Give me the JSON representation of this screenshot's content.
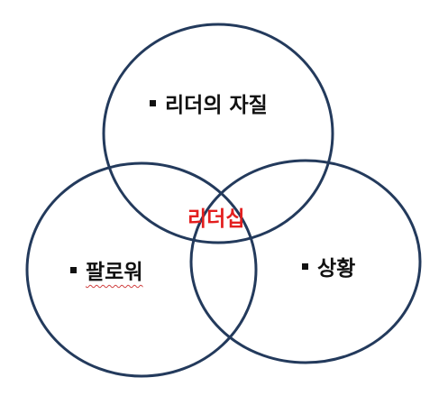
{
  "diagram": {
    "top_label": "리더의 자질",
    "left_label": "팔로워",
    "right_label": "상황",
    "center_label": "리더십"
  },
  "colors": {
    "circle_stroke": "#233a5c",
    "center_text": "#e31e1e",
    "label_text": "#111111"
  }
}
